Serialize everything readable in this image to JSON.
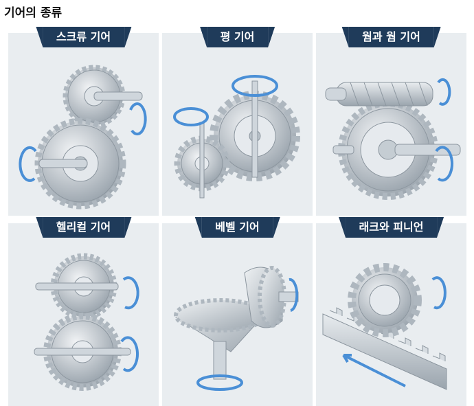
{
  "title": "기어의 종류",
  "panels": [
    {
      "label": "스크류 기어",
      "icon": "screw-gear-icon"
    },
    {
      "label": "평 기어",
      "icon": "spur-gear-icon"
    },
    {
      "label": "웜과 웜 기어",
      "icon": "worm-gear-icon"
    },
    {
      "label": "헬리컬 기어",
      "icon": "helical-gear-icon"
    },
    {
      "label": "베벨 기어",
      "icon": "bevel-gear-icon"
    },
    {
      "label": "래크와 피니언",
      "icon": "rack-and-pinion-icon"
    }
  ],
  "colors": {
    "label_bg": "#1f3b5a",
    "panel_bg": "#e9edf0",
    "arrow": "#4a8fd6",
    "gear": "#b9c2c9"
  }
}
